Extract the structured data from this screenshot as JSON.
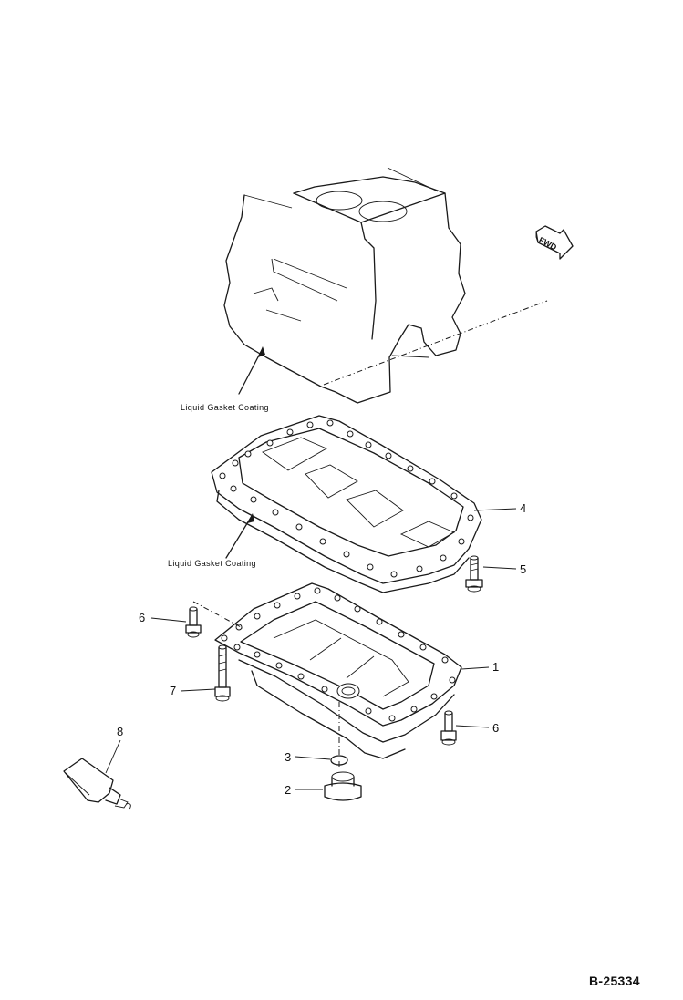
{
  "diagram_code": "B-25334",
  "fwd_label": "FWD",
  "annotations": {
    "gasket_top": "Liquid Gasket Coating",
    "gasket_mid": "Liquid Gasket Coating"
  },
  "parts": {
    "p1": "1",
    "p2": "2",
    "p3": "3",
    "p4": "4",
    "p5": "5",
    "p6_left": "6",
    "p6_right": "6",
    "p7": "7",
    "p8": "8"
  }
}
